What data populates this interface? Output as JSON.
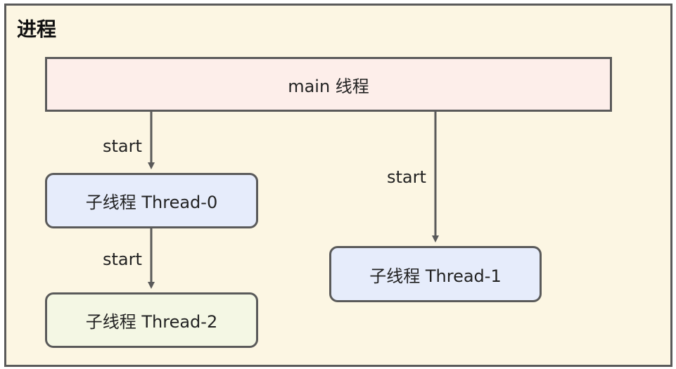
{
  "process": {
    "title": "进程"
  },
  "nodes": {
    "main": "main 线程",
    "thread0": "子线程 Thread-0",
    "thread1": "子线程 Thread-1",
    "thread2": "子线程 Thread-2"
  },
  "edges": {
    "main_to_thread0": "start",
    "main_to_thread1": "start",
    "thread0_to_thread2": "start"
  },
  "colors": {
    "frame_bg": "#fcf6e3",
    "main_bg": "#fdeeea",
    "thread_blue_bg": "#e6ecfb",
    "thread_green_bg": "#f4f7e4",
    "stroke": "#5a5a5a"
  }
}
